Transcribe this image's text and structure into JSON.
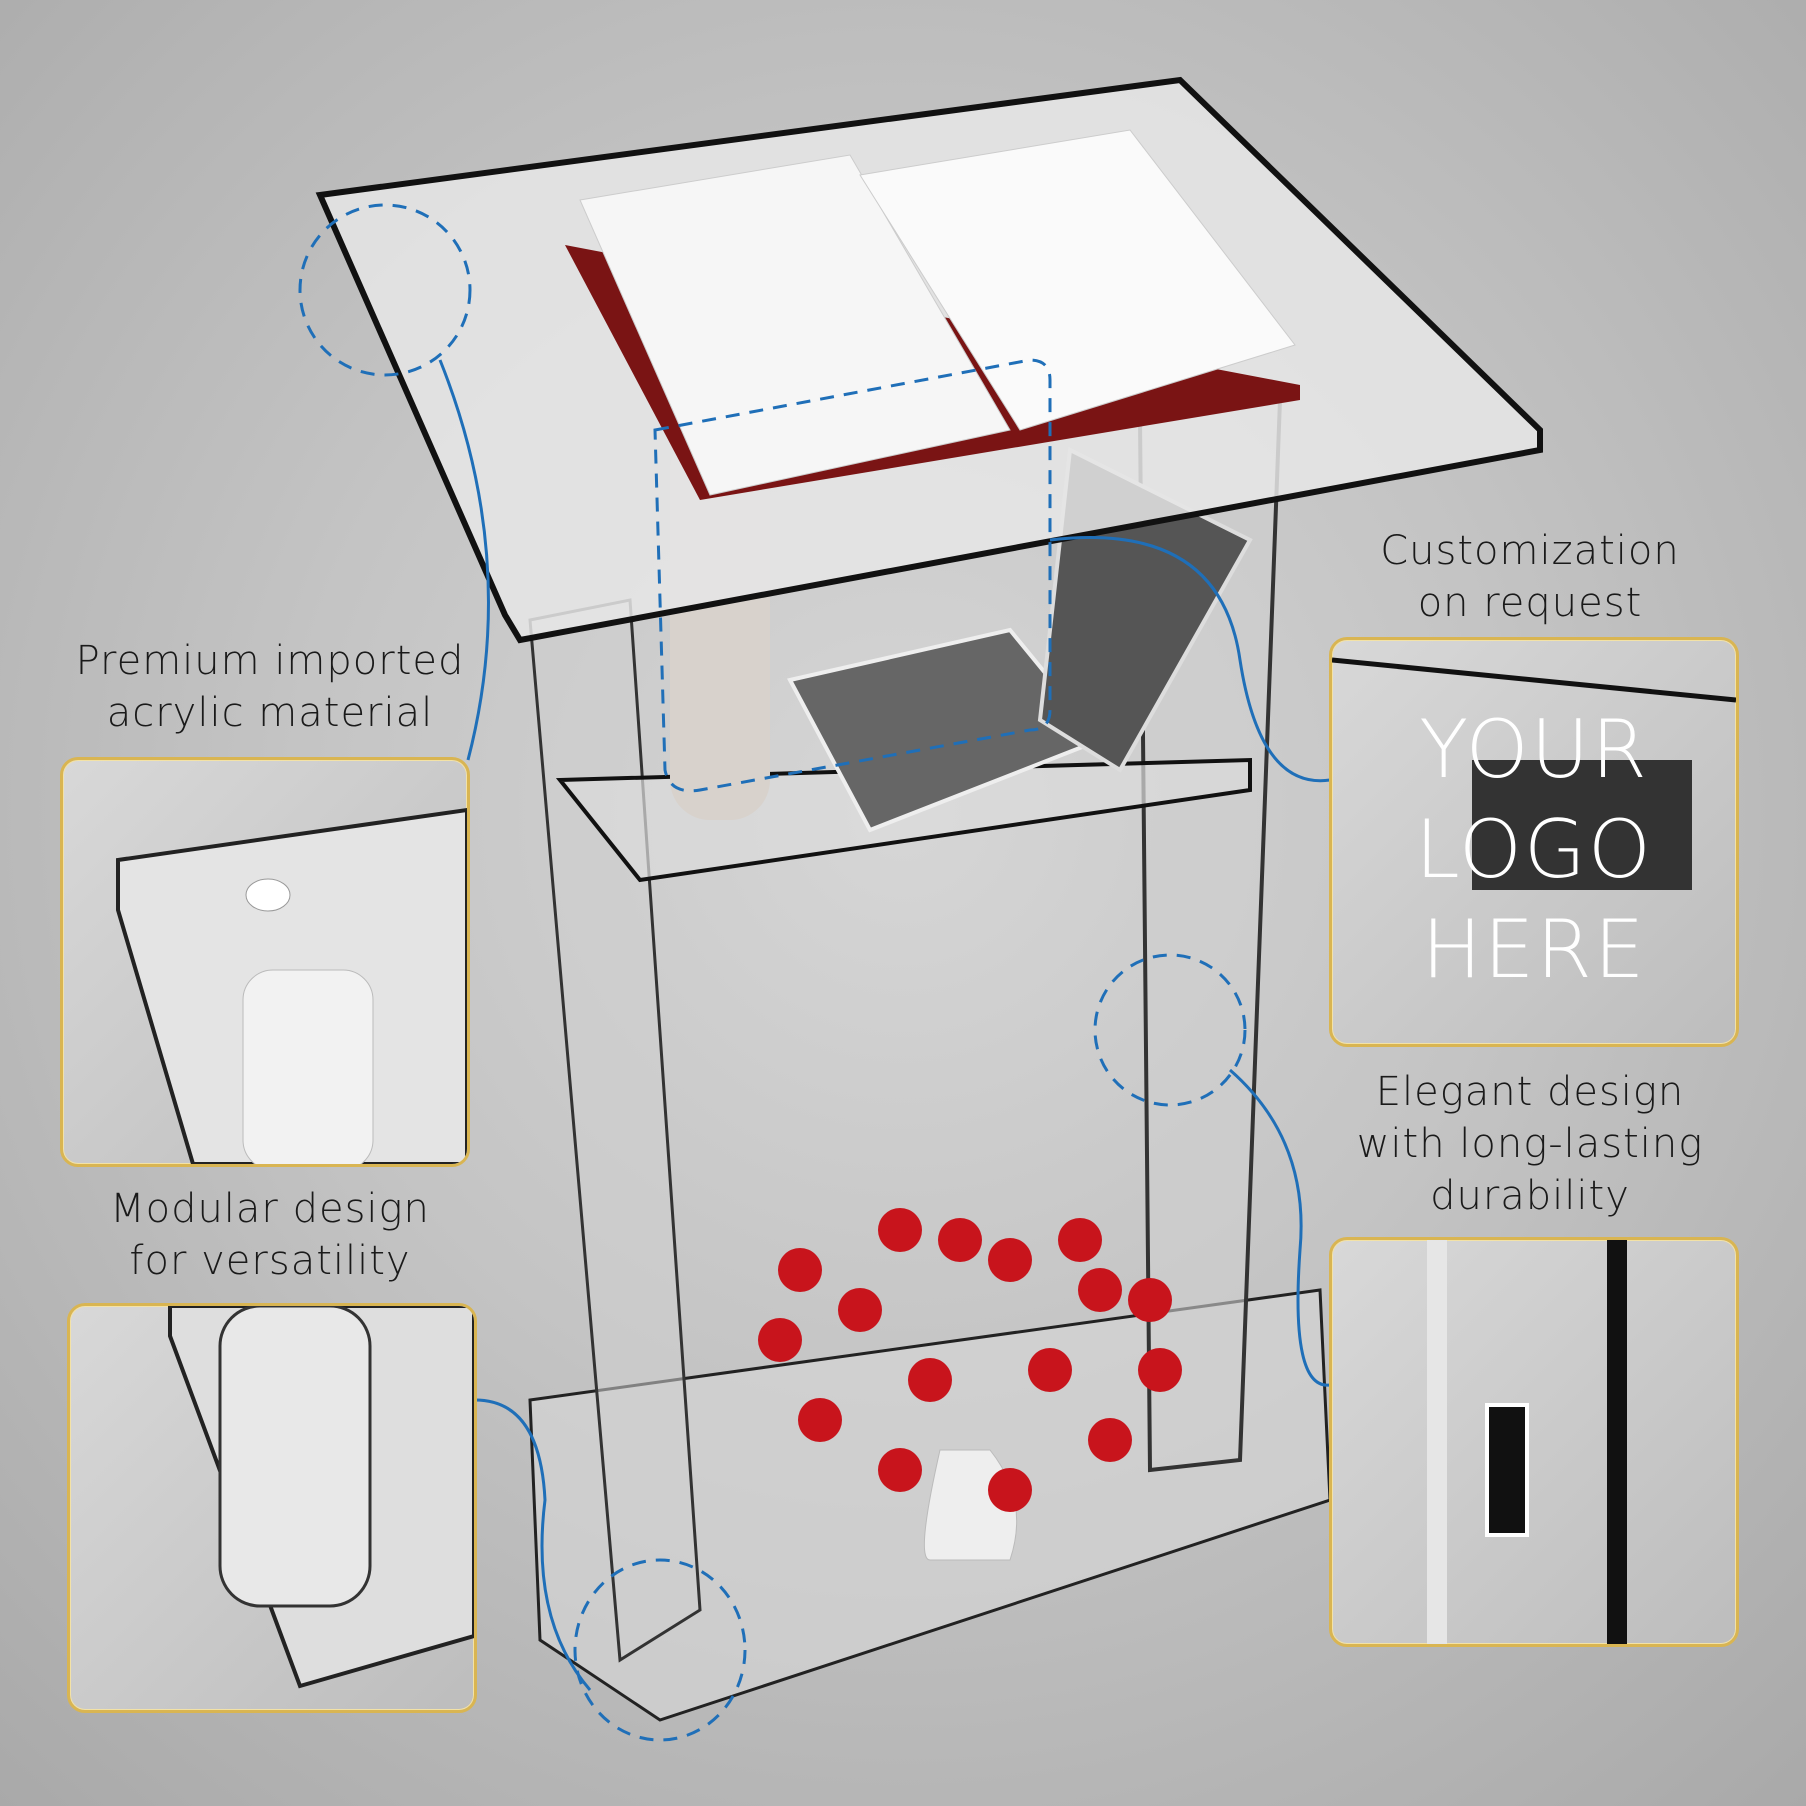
{
  "callouts": {
    "acrylic": {
      "line1": "Premium imported",
      "line2": "acrylic material"
    },
    "modular": {
      "line1": "Modular design",
      "line2": "for versatility"
    },
    "custom": {
      "line1": "Customization",
      "line2": "on request"
    },
    "elegant": {
      "line1": "Elegant design",
      "line2": "with long-lasting",
      "line3": "durability"
    }
  },
  "logo_placeholder": {
    "line1": "YOUR",
    "line2": "LOGO",
    "line3": "HERE"
  },
  "colors": {
    "frame_gold": "#d9b552",
    "leader_blue": "#1f6fb8",
    "tulip_red": "#c8141c",
    "book_cover": "#7a1414"
  }
}
